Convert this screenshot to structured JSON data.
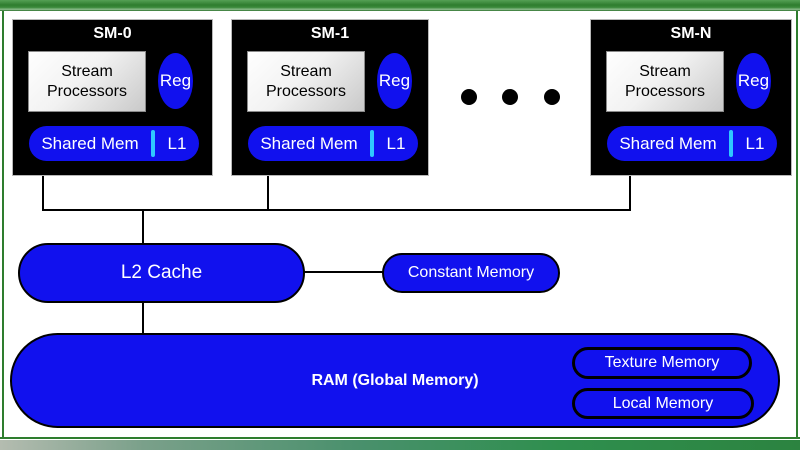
{
  "colors": {
    "blue": "#1111ee",
    "cyan_divider": "#2fc8ff",
    "border_green": "#2e7d2e",
    "box_black": "#000000"
  },
  "sm_units": [
    {
      "title": "SM-0",
      "processors": "Stream Processors",
      "reg_label": "Reg",
      "shared_mem_label": "Shared Mem",
      "l1_label": "L1"
    },
    {
      "title": "SM-1",
      "processors": "Stream Processors",
      "reg_label": "Reg",
      "shared_mem_label": "Shared Mem",
      "l1_label": "L1"
    },
    {
      "title": "SM-N",
      "processors": "Stream Processors",
      "reg_label": "Reg",
      "shared_mem_label": "Shared Mem",
      "l1_label": "L1"
    }
  ],
  "memory": {
    "l2_cache_label": "L2 Cache",
    "constant_memory_label": "Constant Memory",
    "ram_label": "RAM (Global Memory)",
    "texture_memory_label": "Texture Memory",
    "local_memory_label": "Local Memory"
  }
}
